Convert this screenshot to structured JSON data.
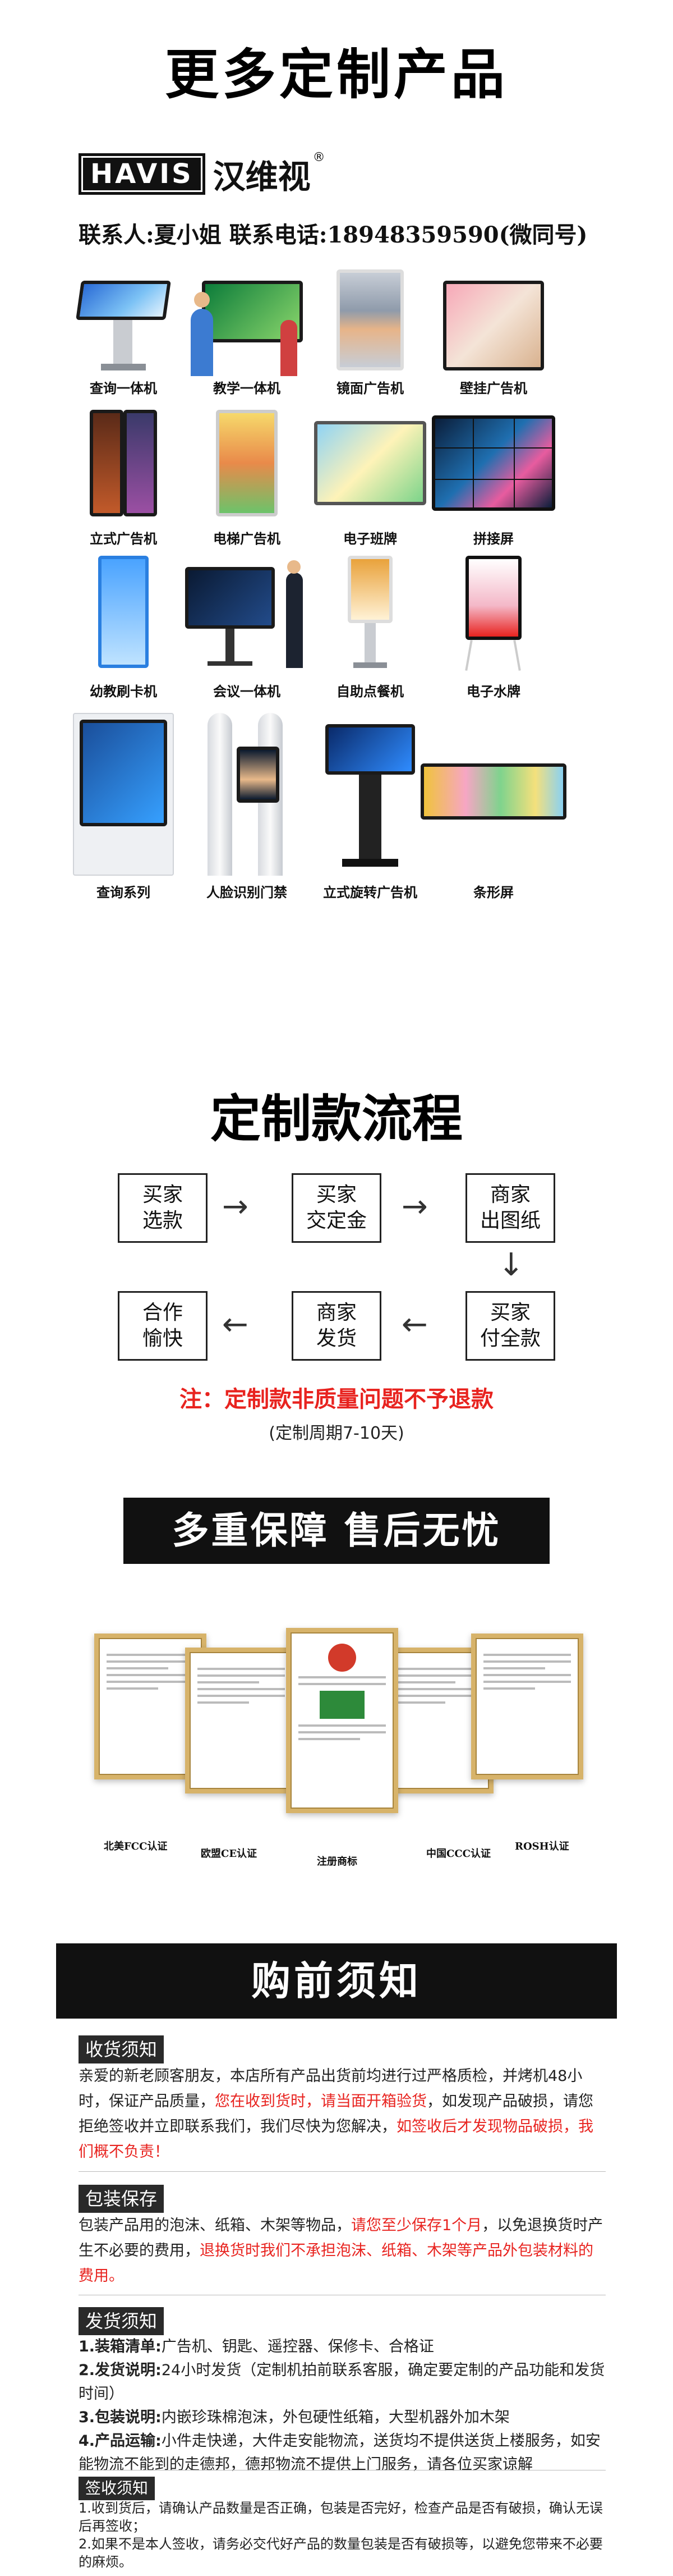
{
  "header": {
    "title": "更多定制产品",
    "brand_en": "HAVIS",
    "brand_cn": "汉维视",
    "brand_mark": "®",
    "contact": "联系人:夏小姐  联系电话:18948359590(微同号)"
  },
  "products": [
    {
      "label": "查询一体机",
      "icon": "kiosk-icon"
    },
    {
      "label": "教学一体机",
      "icon": "teaching-board-icon"
    },
    {
      "label": "镜面广告机",
      "icon": "mirror-ad-icon"
    },
    {
      "label": "壁挂广告机",
      "icon": "wall-ad-icon"
    },
    {
      "label": "立式广告机",
      "icon": "standing-ad-icon"
    },
    {
      "label": "电梯广告机",
      "icon": "elevator-ad-icon"
    },
    {
      "label": "电子班牌",
      "icon": "class-board-icon"
    },
    {
      "label": "拼接屏",
      "icon": "video-wall-icon"
    },
    {
      "label": "幼教刷卡机",
      "icon": "card-reader-icon"
    },
    {
      "label": "会议一体机",
      "icon": "meeting-board-icon"
    },
    {
      "label": "自助点餐机",
      "icon": "ordering-kiosk-icon"
    },
    {
      "label": "电子水牌",
      "icon": "signage-icon"
    },
    {
      "label": "查询系列",
      "icon": "query-series-icon"
    },
    {
      "label": "人脸识别门禁",
      "icon": "face-gate-icon"
    },
    {
      "label": "立式旋转广告机",
      "icon": "rotating-ad-icon"
    },
    {
      "label": "条形屏",
      "icon": "bar-screen-icon"
    }
  ],
  "flow": {
    "title": "定制款流程",
    "steps": [
      {
        "line1": "买家",
        "line2": "选款"
      },
      {
        "line1": "买家",
        "line2": "交定金"
      },
      {
        "line1": "商家",
        "line2": "出图纸"
      },
      {
        "line1": "买家",
        "line2": "付全款"
      },
      {
        "line1": "商家",
        "line2": "发货"
      },
      {
        "line1": "合作",
        "line2": "愉快"
      }
    ],
    "note": "注：定制款非质量问题不予退款",
    "period": "(定制周期7-10天)"
  },
  "guarantee": {
    "banner": "多重保障 售后无忧",
    "certs": [
      "北美FCC认证",
      "欧盟CE认证",
      "注册商标",
      "中国CCC认证",
      "ROSH认证"
    ]
  },
  "notice": {
    "title": "购前须知",
    "sections": [
      {
        "tag": "收货须知",
        "parts": [
          {
            "t": "亲爱的新老顾客朋友，本店所有产品出货前均进行过严格质检，并烤机48小时，保证产品质量，",
            "red": false
          },
          {
            "t": "您在收到货时，请当面开箱验货",
            "red": true
          },
          {
            "t": "，如发现产品破损，请您拒绝签收并立即联系我们，我们尽快为您解决，",
            "red": false
          },
          {
            "t": "如签收后才发现物品破损，我们概不负责！",
            "red": true
          }
        ]
      },
      {
        "tag": "包装保存",
        "parts": [
          {
            "t": "包装产品用的泡沫、纸箱、木架等物品，",
            "red": false
          },
          {
            "t": "请您至少保存1个月",
            "red": true
          },
          {
            "t": "，以免退换货时产生不必要的费用，",
            "red": false
          },
          {
            "t": "退换货时我们不承担泡沫、纸箱、木架等产品外包装材料的费用。",
            "red": true
          }
        ]
      },
      {
        "tag": "发货须知",
        "items": [
          {
            "k": "1.装箱清单:",
            "v": "广告机、钥匙、遥控器、保修卡、合格证"
          },
          {
            "k": "2.发货说明:",
            "v": "24小时发货（定制机拍前联系客服，确定要定制的产品功能和发货时间）"
          },
          {
            "k": "3.包装说明:",
            "v": "内嵌珍珠棉泡沫，外包硬性纸箱，大型机器外加木架"
          },
          {
            "k": "4.产品运输:",
            "v": "小件走快递，大件走安能物流，送货均不提供送货上楼服务，如安能物流不能到的走德邦，德邦物流不提供上门服务，请各位买家谅解"
          }
        ]
      },
      {
        "tag": "签收须知",
        "items": [
          {
            "k": "",
            "v": "1.收到货后，请确认产品数量是否正确，包装是否完好，检查产品是否有破损，确认无误后再签收；"
          },
          {
            "k": "",
            "v": "2.如果不是本人签收，请务必交代好产品的数量包装是否有破损等，以避免您带来不必要的麻烦。"
          }
        ]
      }
    ]
  }
}
